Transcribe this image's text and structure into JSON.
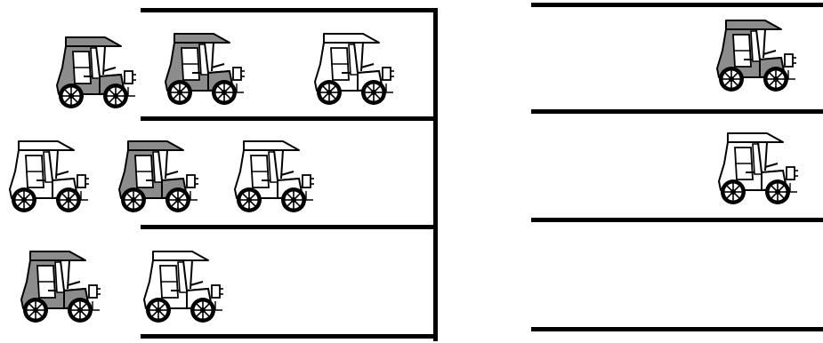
{
  "colors": {
    "ink": "#000000",
    "shaded_body": "#8c8c8c",
    "plain_body": "#ffffff",
    "wheel_face": "#ffffff"
  },
  "icon": "vintage-car-icon",
  "garage_left": {
    "rows": [
      {
        "cars": [
          "shaded",
          "shaded",
          "plain"
        ]
      },
      {
        "cars": [
          "plain",
          "shaded",
          "plain"
        ]
      },
      {
        "cars": [
          "shaded",
          "plain"
        ]
      }
    ]
  },
  "garage_right": {
    "rows": [
      {
        "cars": [
          "shaded"
        ]
      },
      {
        "cars": [
          "plain"
        ]
      },
      {
        "cars": []
      }
    ]
  }
}
